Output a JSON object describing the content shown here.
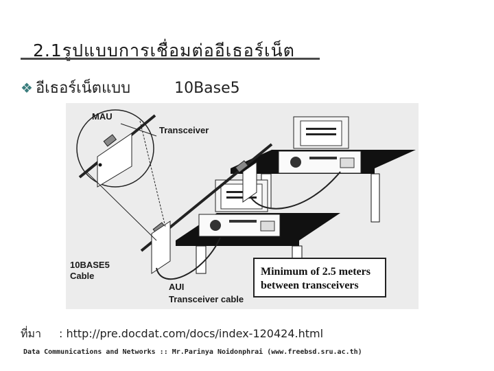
{
  "slide": {
    "title": "2.1รูปแบบการเชื่อมต่ออีเธอร์เน็ต",
    "bullet_text": "อีเธอร์เน็ตแบบ",
    "bullet_spec": "10Base5",
    "bullet_icon": "diamond-bullet-icon",
    "source_label": "ที่มา",
    "source_text": ": http://pre.docdat.com/docs/index-120424.html",
    "footer": "Data Communications and Networks :: Mr.Parinya Noidonphrai (www.freebsd.sru.ac.th)"
  },
  "figure": {
    "labels": {
      "mau": "MAU",
      "transceiver": "Transceiver",
      "cable_line1": "10BASE5",
      "cable_line2": "Cable",
      "aui_line1": "AUI",
      "aui_line2": "Transceiver cable",
      "callout_line1": "Minimum of 2.5 meters",
      "callout_line2": "between transceivers"
    }
  },
  "colors": {
    "accent": "#3a7d7d",
    "title_rule": "#4a4a4a",
    "figure_bg": "#ececec"
  }
}
